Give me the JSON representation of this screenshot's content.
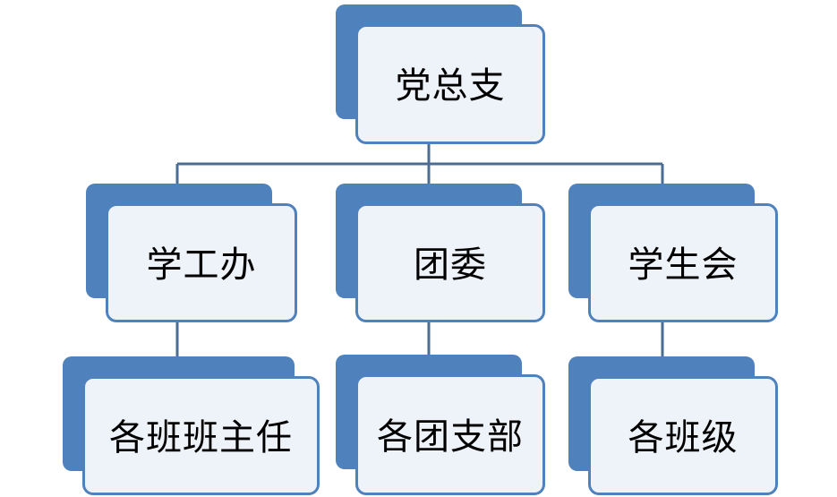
{
  "nodes": {
    "root": "党总支",
    "xuegongban": "学工办",
    "tuanwei": "团委",
    "xueshenghui": "学生会",
    "banzhuren": "各班班主任",
    "tuanzhibu": "各团支部",
    "banji": "各班级"
  },
  "colors": {
    "accent": "#4f81bd",
    "box_fill": "#eef2f9",
    "connector": "#4a6d96"
  }
}
